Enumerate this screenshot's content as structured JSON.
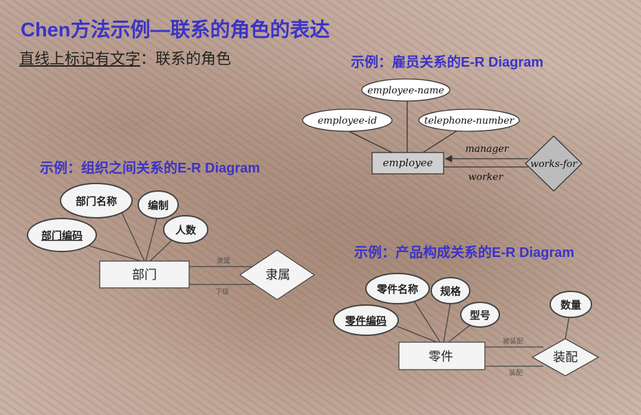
{
  "slide": {
    "title": "Chen方法示例—联系的角色的表达",
    "subtitle_underlined": "直线上标记有文字",
    "subtitle_rest": "：联系的角色"
  },
  "employee_example": {
    "heading": "示例：雇员关系的E-R Diagram",
    "entity": "employee",
    "attributes": [
      "employee-name",
      "employee-id",
      "telephone-number"
    ],
    "relationship": "works-for",
    "roles": [
      "manager",
      "worker"
    ]
  },
  "org_example": {
    "heading": "示例：组织之间关系的E-R Diagram",
    "entity": "部门",
    "attributes": [
      "部门名称",
      "编制",
      "人数",
      "部门编码"
    ],
    "relationship": "隶属",
    "roles": [
      "隶属",
      "下级"
    ]
  },
  "product_example": {
    "heading": "示例：产品构成关系的E-R Diagram",
    "entity": "零件",
    "attributes": [
      "零件名称",
      "规格",
      "型号",
      "零件编码"
    ],
    "relationship": "装配",
    "relationship_attribute": "数量",
    "roles": [
      "被装配",
      "装配"
    ]
  }
}
